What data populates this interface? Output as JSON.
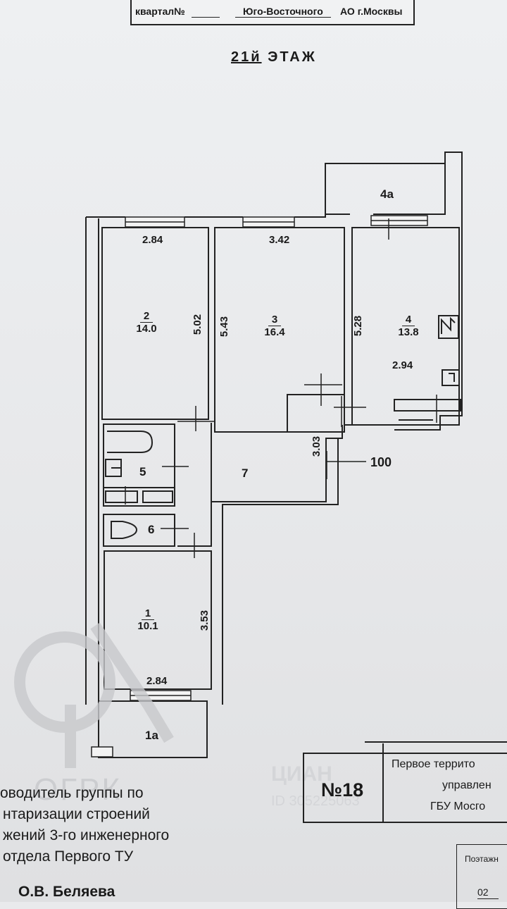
{
  "header": {
    "quarter_label": "квартал№",
    "district": "Юго-Восточного",
    "okrug": "АО г.Москвы"
  },
  "floor": {
    "number": "21й",
    "label": "ЭТАЖ"
  },
  "rooms": [
    {
      "num": "2",
      "area": "14.0"
    },
    {
      "num": "3",
      "area": "16.4"
    },
    {
      "num": "4",
      "area": "13.8"
    },
    {
      "num": "1",
      "area": "10.1"
    }
  ],
  "room_labels": {
    "r4a": "4а",
    "r5": "5",
    "r6": "6",
    "r7": "7",
    "r1a": "1а"
  },
  "dimensions": {
    "r2_width": "2.84",
    "r2_length": "5.02",
    "r3_width": "3.42",
    "r3_length": "5.43",
    "r4_length": "5.28",
    "r4_width": "2.94",
    "corridor": "3.03",
    "r1_length": "3.53",
    "r1_width": "2.84",
    "marker": "100"
  },
  "stamp": {
    "number": "№18",
    "line1": "Первое террито",
    "line2": "управлен",
    "line3": "ГБУ Мосго",
    "sub_label": "Поэтажн",
    "sub_value": "02"
  },
  "footer": {
    "line1": "оводитель группы по",
    "line2": "нтаризации строений",
    "line3": "жений 3-го инженерного",
    "line4": "отдела Первого ТУ",
    "signature": "О.В. Беляева"
  },
  "watermark": {
    "logo_text": "ОГРК",
    "site": "ЦИАН",
    "id_text": "ID 305225063"
  }
}
